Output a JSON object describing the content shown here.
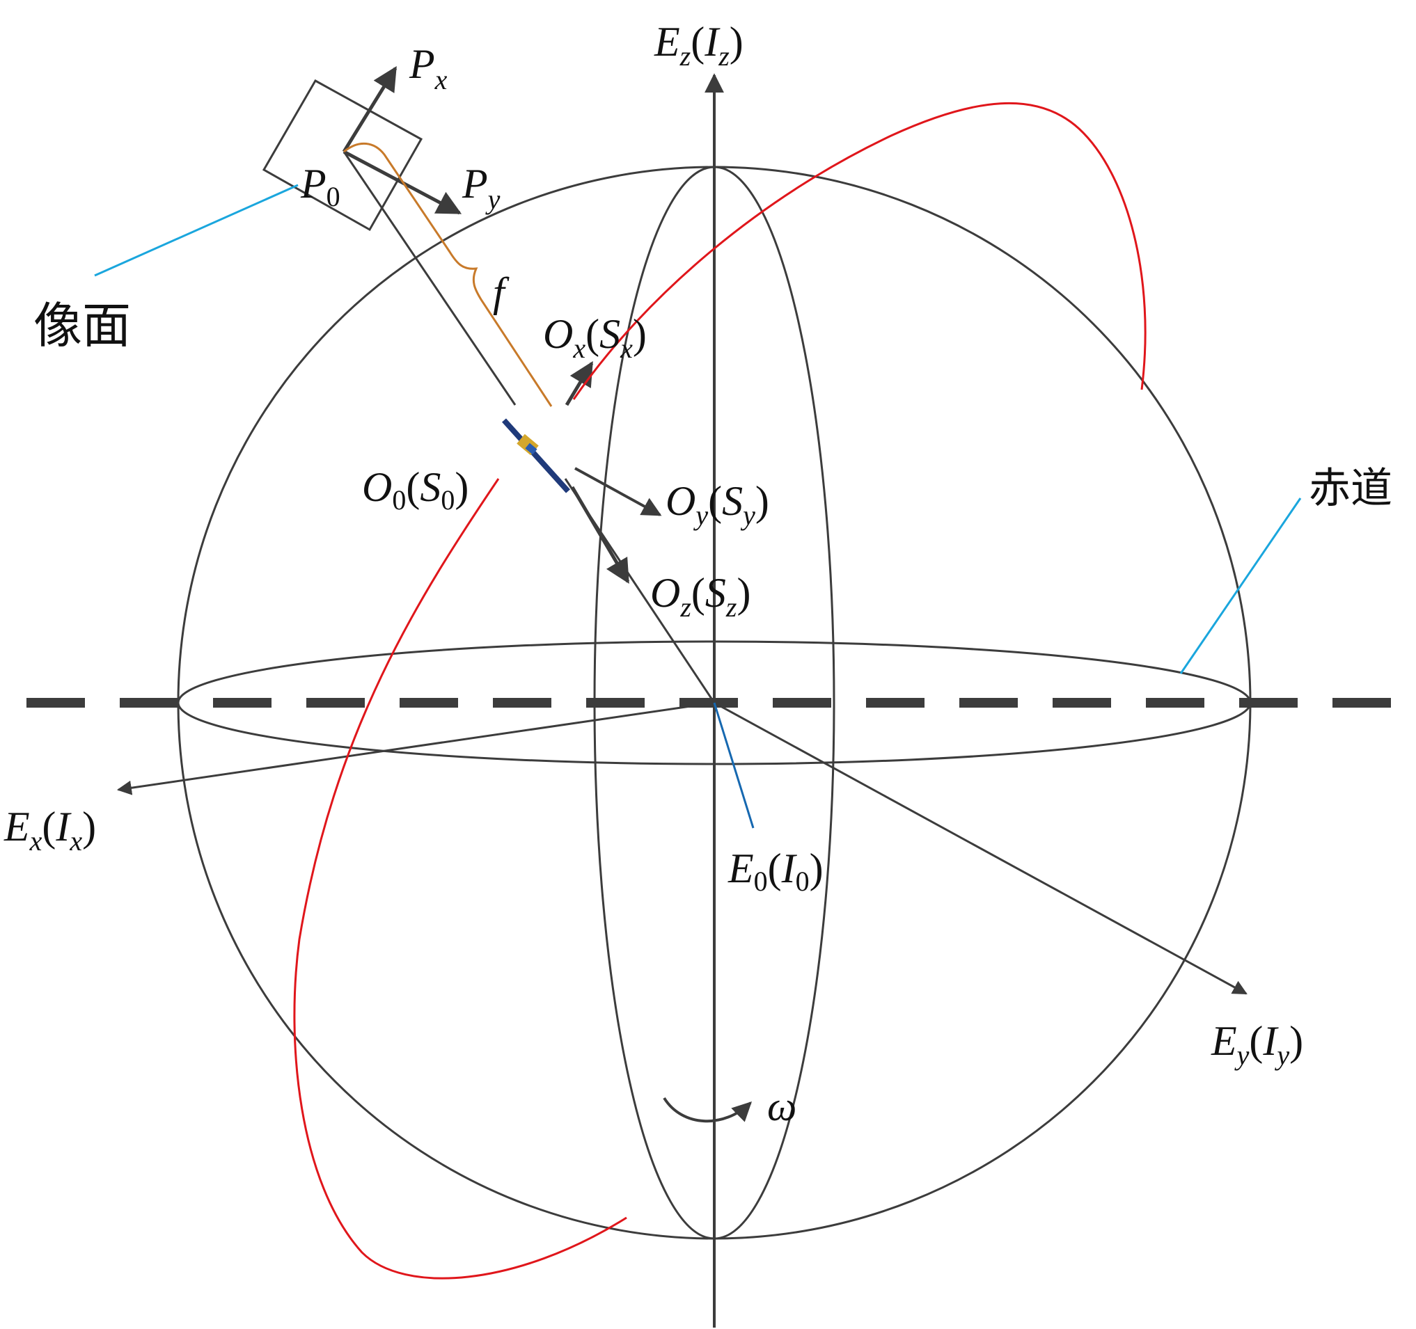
{
  "colors": {
    "line": "#3c3c3c",
    "orbit": "#e0161b",
    "leader_cyan": "#1aa6dd",
    "leader_blue": "#1668b0",
    "focal_brace": "#c87a2a",
    "satellite_body": "#1f3a7a",
    "satellite_panel": "#d4a72c"
  },
  "labels": {
    "ez": {
      "main": "E",
      "sub": "z",
      "open": "(",
      "inner": "I",
      "inner_sub": "z",
      "close": ")"
    },
    "ex": {
      "main": "E",
      "sub": "x",
      "open": "(",
      "inner": "I",
      "inner_sub": "x",
      "close": ")"
    },
    "ey": {
      "main": "E",
      "sub": "y",
      "open": "(",
      "inner": "I",
      "inner_sub": "y",
      "close": ")"
    },
    "e0": {
      "main": "E",
      "sub": "0",
      "open": "(",
      "inner": "I",
      "inner_sub": "0",
      "close": ")"
    },
    "ox": {
      "main": "O",
      "sub": "x",
      "open": "(",
      "inner": "S",
      "inner_sub": "x",
      "close": ")"
    },
    "oy": {
      "main": "O",
      "sub": "y",
      "open": "(",
      "inner": "S",
      "inner_sub": "y",
      "close": ")"
    },
    "oz": {
      "main": "O",
      "sub": "z",
      "open": "(",
      "inner": "S",
      "inner_sub": "z",
      "close": ")"
    },
    "o0": {
      "main": "O",
      "sub": "0",
      "open": "(",
      "inner": "S",
      "inner_sub": "0",
      "close": ")"
    },
    "px": {
      "main": "P",
      "sub": "x"
    },
    "py": {
      "main": "P",
      "sub": "y"
    },
    "p0": {
      "main": "P",
      "sub": "0"
    },
    "f": "f",
    "omega": "ω",
    "image_plane": "像面",
    "equator": "赤道"
  }
}
